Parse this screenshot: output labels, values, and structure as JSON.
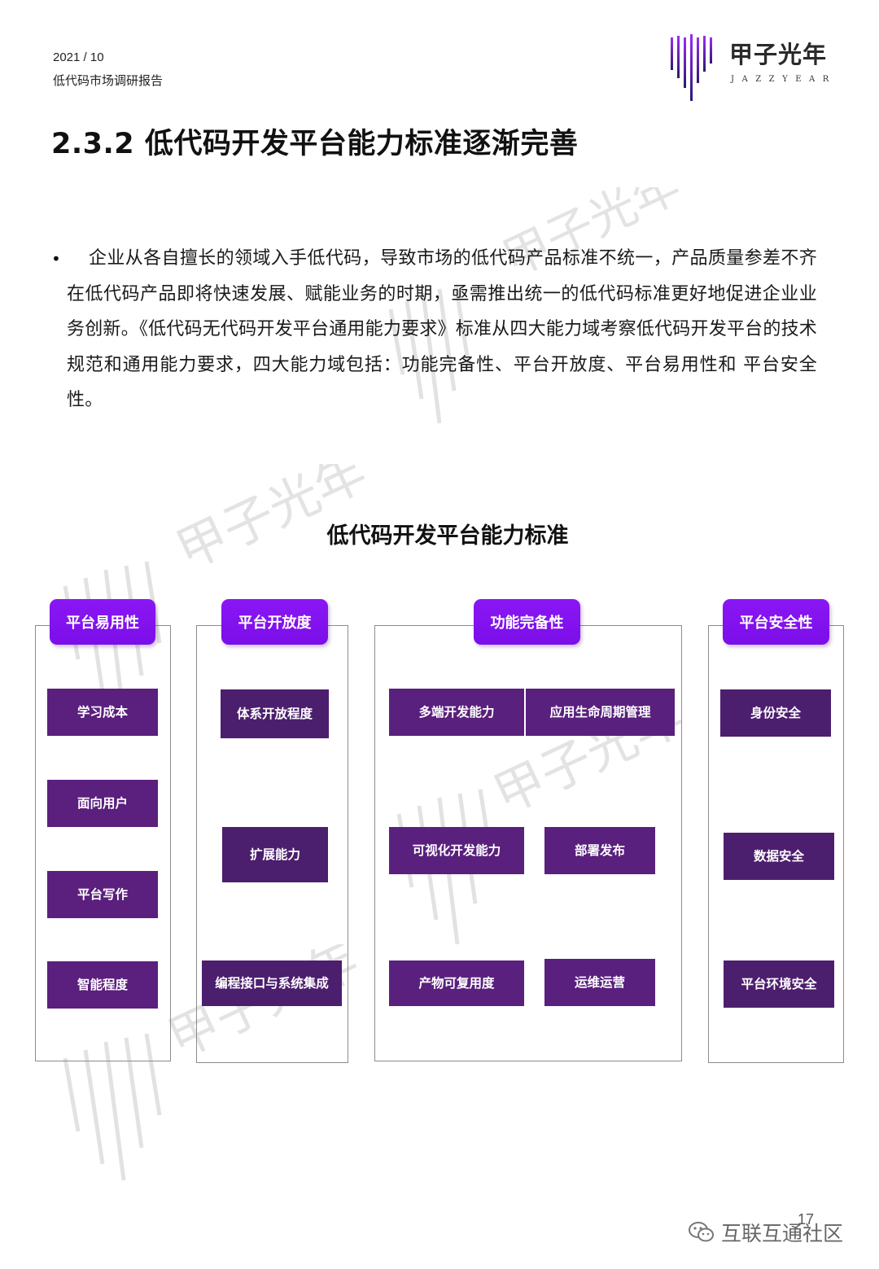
{
  "header": {
    "date": "2021 / 10",
    "report_name": "低代码市场调研报告",
    "logo_cn": "甲子光年",
    "logo_en": "JAZZYEAR"
  },
  "section_title": "2.3.2 低代码开发平台能力标准逐渐完善",
  "paragraph": "企业从各自擅长的领域入手低代码，导致市场的低代码产品标准不统一，产品质量参差不齐在低代码产品即将快速发展、赋能业务的时期，亟需推出统一的低代码标准更好地促进企业业务创新。《低代码无代码开发平台通用能力要求》标准从四大能力域考察低代码开发平台的技术规范和通用能力要求，四大能力域包括：功能完备性、平台开放度、平台易用性和 平台安全性。",
  "diagram": {
    "title": "低代码开发平台能力标准",
    "usability": {
      "header": "平台易用性",
      "items": [
        "学习成本",
        "面向用户",
        "平台写作",
        "智能程度"
      ]
    },
    "openness": {
      "header": "平台开放度",
      "items": [
        "体系开放程度",
        "扩展能力",
        "编程接口与系统集成"
      ]
    },
    "completeness": {
      "header": "功能完备性",
      "items": [
        "多端开发能力",
        "应用生命周期管理",
        "可视化开发能力",
        "部署发布",
        "产物可复用度",
        "运维运营"
      ]
    },
    "security": {
      "header": "平台安全性",
      "items": [
        "身份安全",
        "数据安全",
        "平台环境安全"
      ]
    }
  },
  "page_number": "17",
  "footer_brand": "互联互通社区",
  "colors": {
    "pill": "#7b0ee9",
    "box": "#59207d",
    "logo_bars": "#8a17f4"
  }
}
